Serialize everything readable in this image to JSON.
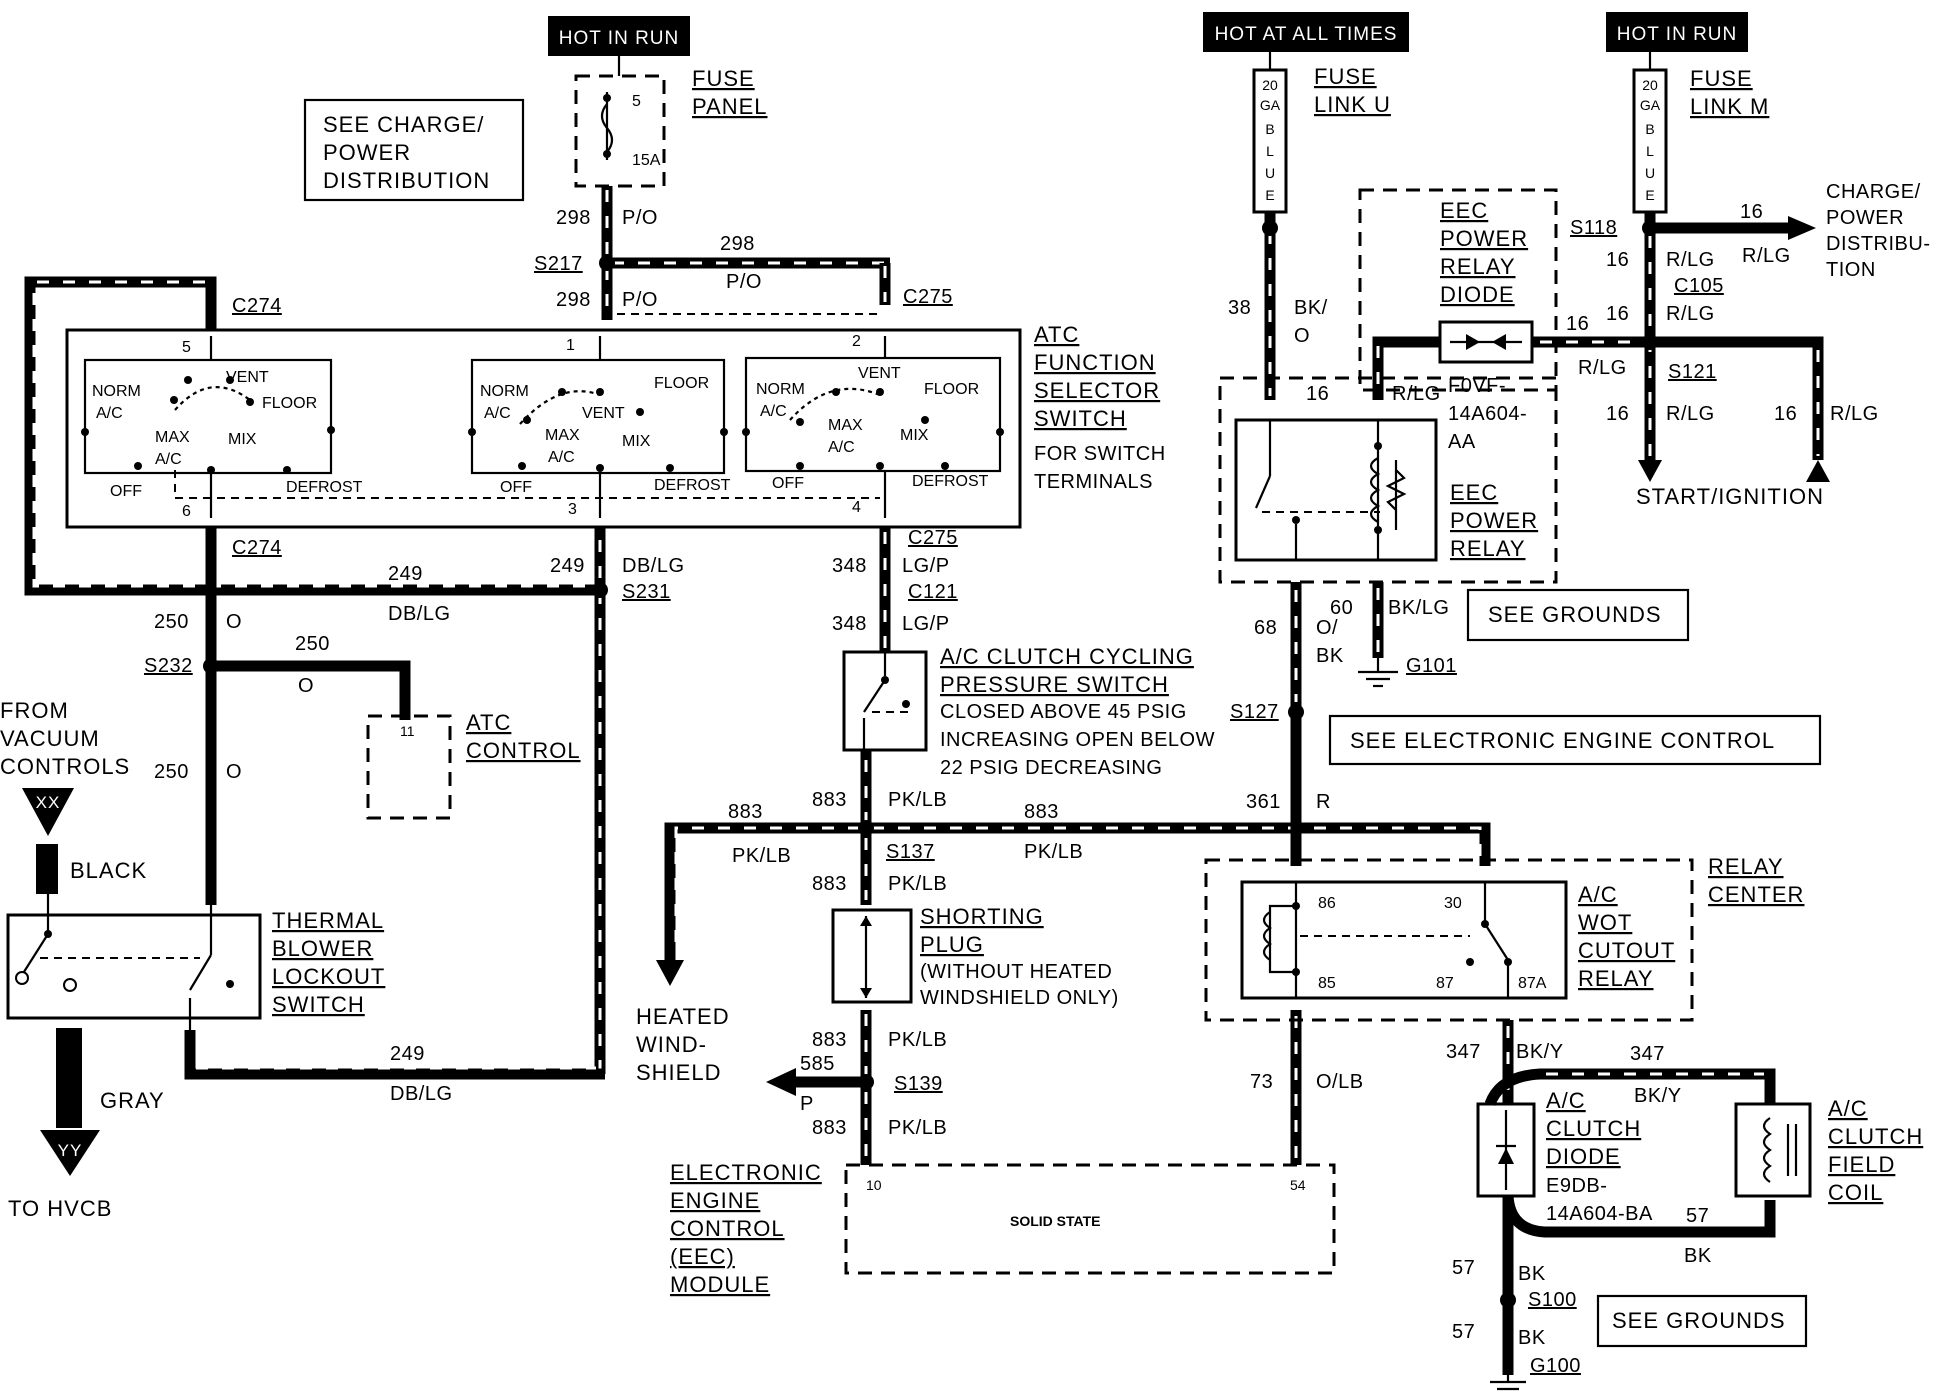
{
  "power_sources": {
    "hot_in_run_left": "HOT IN RUN",
    "hot_at_all_times": "HOT AT ALL TIMES",
    "hot_in_run_right": "HOT IN RUN"
  },
  "fuse_panel": {
    "title1": "FUSE",
    "title2": "PANEL",
    "fuse_no": "5",
    "rating": "15A"
  },
  "see_charge": {
    "line1": "SEE CHARGE/",
    "line2": "POWER",
    "line3": "DISTRIBUTION"
  },
  "fuse_link_u": {
    "line1": "FUSE",
    "line2": "LINK U",
    "gauge": [
      "20",
      "GA",
      "B",
      "L",
      "U",
      "E"
    ]
  },
  "fuse_link_m": {
    "line1": "FUSE",
    "line2": "LINK M",
    "gauge": [
      "20",
      "GA",
      "B",
      "L",
      "U",
      "E"
    ]
  },
  "atc_switch": {
    "title": [
      "ATC",
      "FUNCTION",
      "SELECTOR",
      "SWITCH"
    ],
    "note": [
      "FOR SWITCH",
      "TERMINALS"
    ],
    "pos": {
      "norm_ac": [
        "NORM",
        "A/C"
      ],
      "vent": "VENT",
      "floor": "FLOOR",
      "max_ac": [
        "MAX",
        "A/C"
      ],
      "mix": "MIX",
      "off": "OFF",
      "defrost": "DEFROST"
    },
    "terms": [
      "5",
      "6",
      "1",
      "3",
      "2",
      "4"
    ]
  },
  "connectors": {
    "c274": "C274",
    "c275": "C275",
    "c121": "C121",
    "c105": "C105",
    "s217": "S217",
    "s231": "S231",
    "s232": "S232",
    "s127": "S127",
    "s137": "S137",
    "s139": "S139",
    "s118": "S118",
    "s121": "S121",
    "s100": "S100"
  },
  "wires": {
    "n298": "298",
    "po": "P/O",
    "n249": "249",
    "dblg": "DB/LG",
    "n250": "250",
    "o": "O",
    "n348": "348",
    "lgp": "LG/P",
    "n883": "883",
    "pklb": "PK/LB",
    "n585": "585",
    "p": "P",
    "n38": "38",
    "bko": [
      "BK/",
      "O"
    ],
    "n16": "16",
    "rlg": "R/LG",
    "n68": "68",
    "n60": "60",
    "obk": [
      "O/",
      "BK"
    ],
    "bklg": "BK/LG",
    "n361": "361",
    "r": "R",
    "n73": "73",
    "olb": "O/LB",
    "n347": "347",
    "bky": "BK/Y",
    "n57": "57",
    "bk": "BK",
    "n11": "11"
  },
  "atc_control": [
    "ATC",
    "CONTROL"
  ],
  "from_vacuum": [
    "FROM",
    "VACUUM",
    "CONTROLS"
  ],
  "vac_xx": "XX",
  "vac_yy": "YY",
  "black": "BLACK",
  "gray": "GRAY",
  "to_hvcb": "TO HVCB",
  "thermal_switch": [
    "THERMAL",
    "BLOWER",
    "LOCKOUT",
    "SWITCH"
  ],
  "clutch_cycling": {
    "title": [
      "A/C CLUTCH  CYCLING",
      "PRESSURE SWITCH"
    ],
    "desc": [
      "CLOSED ABOVE 45 PSIG",
      "INCREASING OPEN BELOW",
      "22 PSIG DECREASING"
    ]
  },
  "heated_windshield": [
    "HEATED",
    "WIND-",
    "SHIELD"
  ],
  "shorting_plug": {
    "title": [
      "SHORTING",
      "PLUG"
    ],
    "note": [
      "(WITHOUT HEATED",
      "WINDSHIELD ONLY)"
    ]
  },
  "eec_module": {
    "title": [
      "ELECTRONIC",
      "ENGINE",
      "CONTROL",
      "(EEC)",
      "MODULE"
    ],
    "pin10": "10",
    "pin54": "54",
    "solid": "SOLID STATE"
  },
  "see_eec": "SEE ELECTRONIC ENGINE CONTROL",
  "eec_diode": {
    "title": [
      "EEC",
      "POWER",
      "RELAY",
      "DIODE"
    ],
    "part": [
      "F0VF-",
      "14A604-",
      "AA"
    ]
  },
  "eec_relay": [
    "EEC",
    "POWER",
    "RELAY"
  ],
  "see_grounds": "SEE GROUNDS",
  "ground_g101": "G101",
  "ground_g100": "G100",
  "charge_dist": [
    "CHARGE/",
    "POWER",
    "DISTRIBU-",
    "TION"
  ],
  "start_ignition": "START/IGNITION",
  "relay_center": [
    "RELAY",
    "CENTER"
  ],
  "wot_relay": {
    "title": [
      "A/C",
      "WOT",
      "CUTOUT",
      "RELAY"
    ],
    "pins": [
      "86",
      "30",
      "85",
      "87",
      "87A"
    ]
  },
  "clutch_diode": {
    "title": [
      "A/C",
      "CLUTCH",
      "DIODE"
    ],
    "part": [
      "E9DB-",
      "14A604-BA"
    ]
  },
  "clutch_coil": [
    "A/C",
    "CLUTCH",
    "FIELD",
    "COIL"
  ]
}
